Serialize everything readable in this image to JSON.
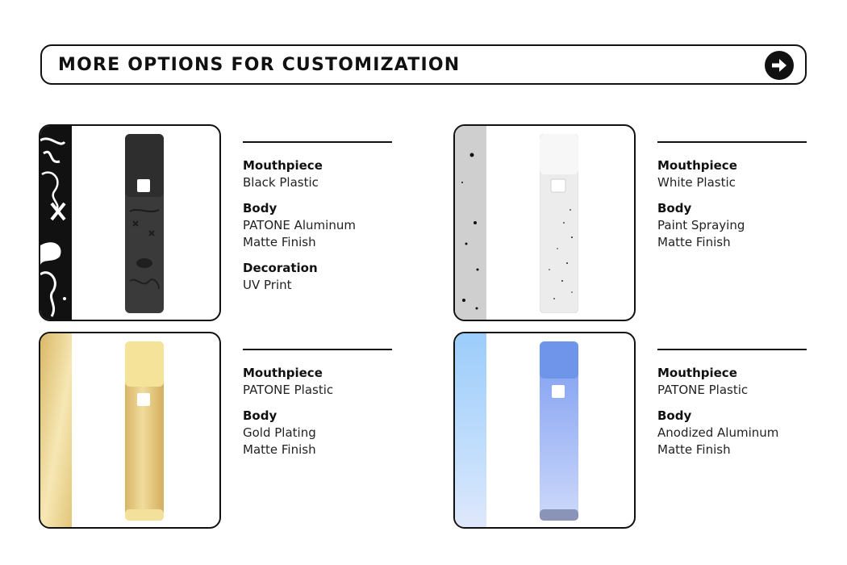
{
  "header": {
    "title": "MORE OPTIONS FOR CUSTOMIZATION",
    "arrow_icon": "arrow-right-circle-icon"
  },
  "products": [
    {
      "id": "black",
      "strip_color": "#111111",
      "mouthpiece_color": "#2f2f2f",
      "body_color": "#363636",
      "specs": [
        {
          "title": "Mouthpiece",
          "lines": [
            "Black Plastic"
          ]
        },
        {
          "title": "Body",
          "lines": [
            "PATONE Aluminum",
            "Matte Finish"
          ]
        },
        {
          "title": "Decoration",
          "lines": [
            "UV Print"
          ]
        }
      ]
    },
    {
      "id": "white",
      "strip_color": "#cfcfcf",
      "mouthpiece_color": "#f2f2f2",
      "body_color": "#eeeeee",
      "specs": [
        {
          "title": "Mouthpiece",
          "lines": [
            "White Plastic"
          ]
        },
        {
          "title": "Body",
          "lines": [
            "Paint Spraying",
            "Matte Finish"
          ]
        }
      ]
    },
    {
      "id": "gold",
      "strip_color": "#e8cf8c",
      "mouthpiece_color": "#f6e39a",
      "body_color": "#e6c77a",
      "specs": [
        {
          "title": "Mouthpiece",
          "lines": [
            "PATONE Plastic"
          ]
        },
        {
          "title": "Body",
          "lines": [
            "Gold Plating",
            "Matte Finish"
          ]
        }
      ]
    },
    {
      "id": "blue",
      "strip_color": "#a9d4fb",
      "mouthpiece_color": "#6f95ea",
      "body_color": "#9db8f5",
      "specs": [
        {
          "title": "Mouthpiece",
          "lines": [
            "PATONE Plastic"
          ]
        },
        {
          "title": "Body",
          "lines": [
            "Anodized Aluminum",
            "Matte Finish"
          ]
        }
      ]
    }
  ]
}
